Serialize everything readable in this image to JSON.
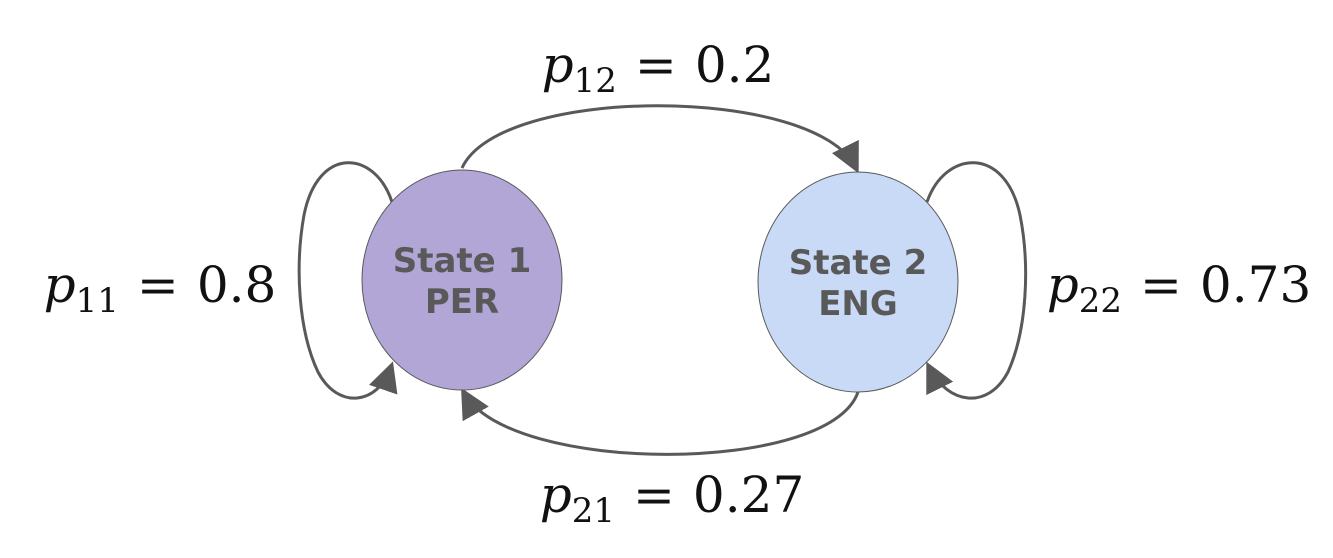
{
  "states": [
    {
      "id": "state1",
      "title": "State 1",
      "code": "PER",
      "fill": "#b1a6d6"
    },
    {
      "id": "state2",
      "title": "State 2",
      "code": "ENG",
      "fill": "#c9daf6"
    }
  ],
  "transitions": [
    {
      "id": "p11",
      "symbol": "p",
      "subscript": "11",
      "value": "0.8"
    },
    {
      "id": "p12",
      "symbol": "p",
      "subscript": "12",
      "value": "0.2"
    },
    {
      "id": "p21",
      "symbol": "p",
      "subscript": "21",
      "value": "0.27"
    },
    {
      "id": "p22",
      "symbol": "p",
      "subscript": "22",
      "value": "0.73"
    }
  ],
  "colors": {
    "edge": "#595959",
    "state_text": "#595959",
    "label_text": "#111111"
  },
  "equals_sign": "="
}
